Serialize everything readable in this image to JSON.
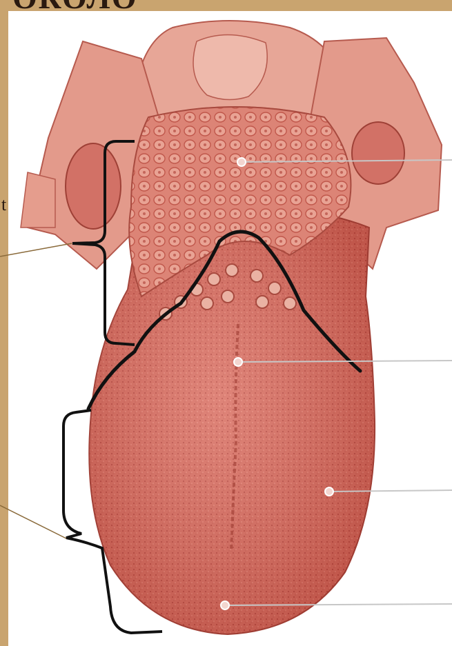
{
  "header": {
    "fragment": "ОКОЛО"
  },
  "side_fragment": "t",
  "colors": {
    "frame": "#c9a46f",
    "tissue": "#d86a5c",
    "tissue_dark": "#b8483e",
    "root": "#e08a7c",
    "leader_line": "#8a6a3a",
    "pointer": "#bdbdbd"
  },
  "regions": [
    {
      "name": "root-of-tongue",
      "label": ""
    },
    {
      "name": "body-of-tongue",
      "label": ""
    }
  ],
  "label_pointers": [
    {
      "name": "lingual-tonsil-pointer",
      "label": ""
    },
    {
      "name": "foramen-caecum-pointer",
      "label": ""
    },
    {
      "name": "dorsum-pointer",
      "label": ""
    },
    {
      "name": "apex-pointer",
      "label": ""
    }
  ]
}
